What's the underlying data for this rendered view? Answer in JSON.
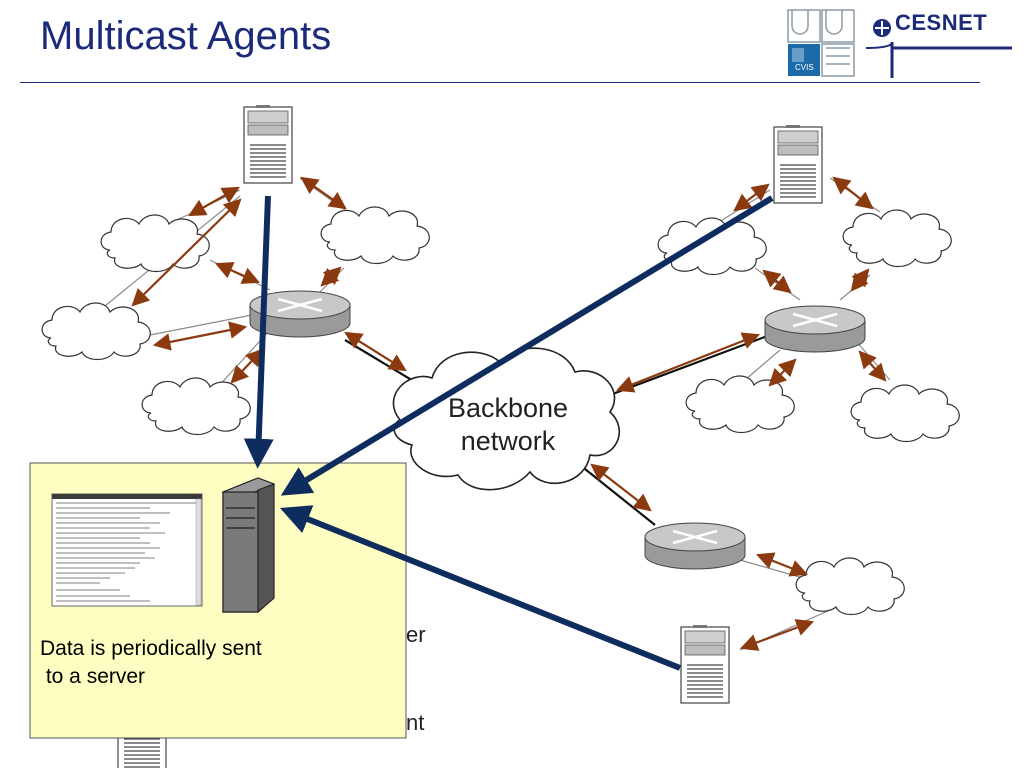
{
  "slide": {
    "title": "Multicast Agents"
  },
  "logos": {
    "left": {
      "name": "CVIS",
      "text": "CVIS"
    },
    "right": {
      "name": "CESNET",
      "text": "CESNET"
    }
  },
  "diagram": {
    "backbone_label_line1": "Backbone",
    "backbone_label_line2": "network",
    "obscured_text_1": "er",
    "obscured_text_2": "nt"
  },
  "callout": {
    "line1": "Data is periodically sent",
    "line2": " to a server"
  },
  "colors": {
    "title": "#1c2a7a",
    "data_arrow": "#0e2d5e",
    "link_arrow": "#8b3a0f",
    "callout_bg": "#fefec2"
  }
}
